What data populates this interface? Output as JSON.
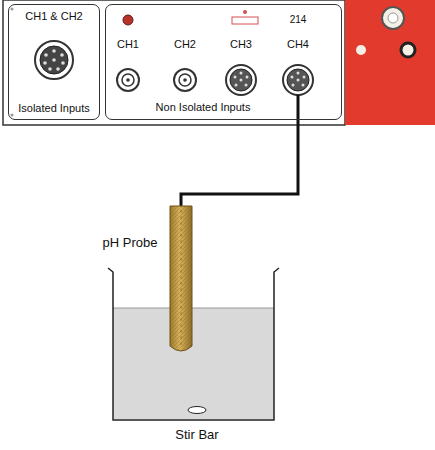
{
  "diagram": {
    "nodes": [
      {
        "text": [
          "CH1 & CH2",
          "Isolated Inputs"
        ]
      },
      {
        "text": [
          "Non Isolated Inputs"
        ]
      }
    ],
    "labels": [
      "CH1",
      "CH2",
      "CH3",
      "CH4",
      "214",
      "pH Probe",
      "Stir Bar"
    ]
  }
}
